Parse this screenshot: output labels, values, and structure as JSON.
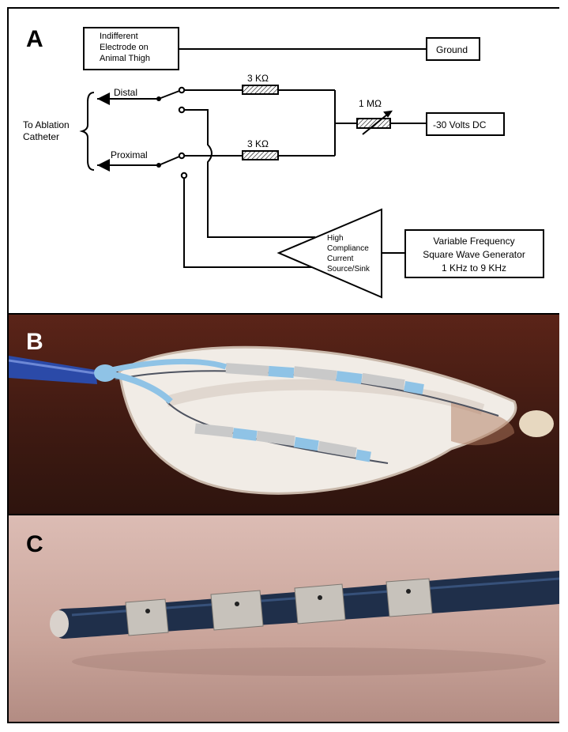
{
  "panels": {
    "a": {
      "letter": "A",
      "labels": {
        "electrode_line1": "Indifferent",
        "electrode_line2": "Electrode on",
        "electrode_line3": "Animal Thigh",
        "ground": "Ground",
        "distal": "Distal",
        "proximal": "Proximal",
        "catheter_line1": "To Ablation",
        "catheter_line2": "Catheter",
        "resistor_top": "3 KΩ",
        "resistor_bottom": "3 KΩ",
        "resistor_variable": "1 MΩ",
        "voltage": "-30 Volts DC",
        "source_line1": "High",
        "source_line2": "Compliance",
        "source_line3": "Current",
        "source_line4": "Source/Sink",
        "generator_line1": "Variable Frequency",
        "generator_line2": "Square Wave Generator",
        "generator_line3": "1 KHz to 9 KHz"
      }
    },
    "b": {
      "letter": "B"
    },
    "c": {
      "letter": "C"
    }
  },
  "colors": {
    "catheter_blue": "#2b4aa8",
    "band_silver": "#c9c9c9",
    "mesh_white": "#f1ece6",
    "spacer_blue": "#8fc3e6"
  }
}
